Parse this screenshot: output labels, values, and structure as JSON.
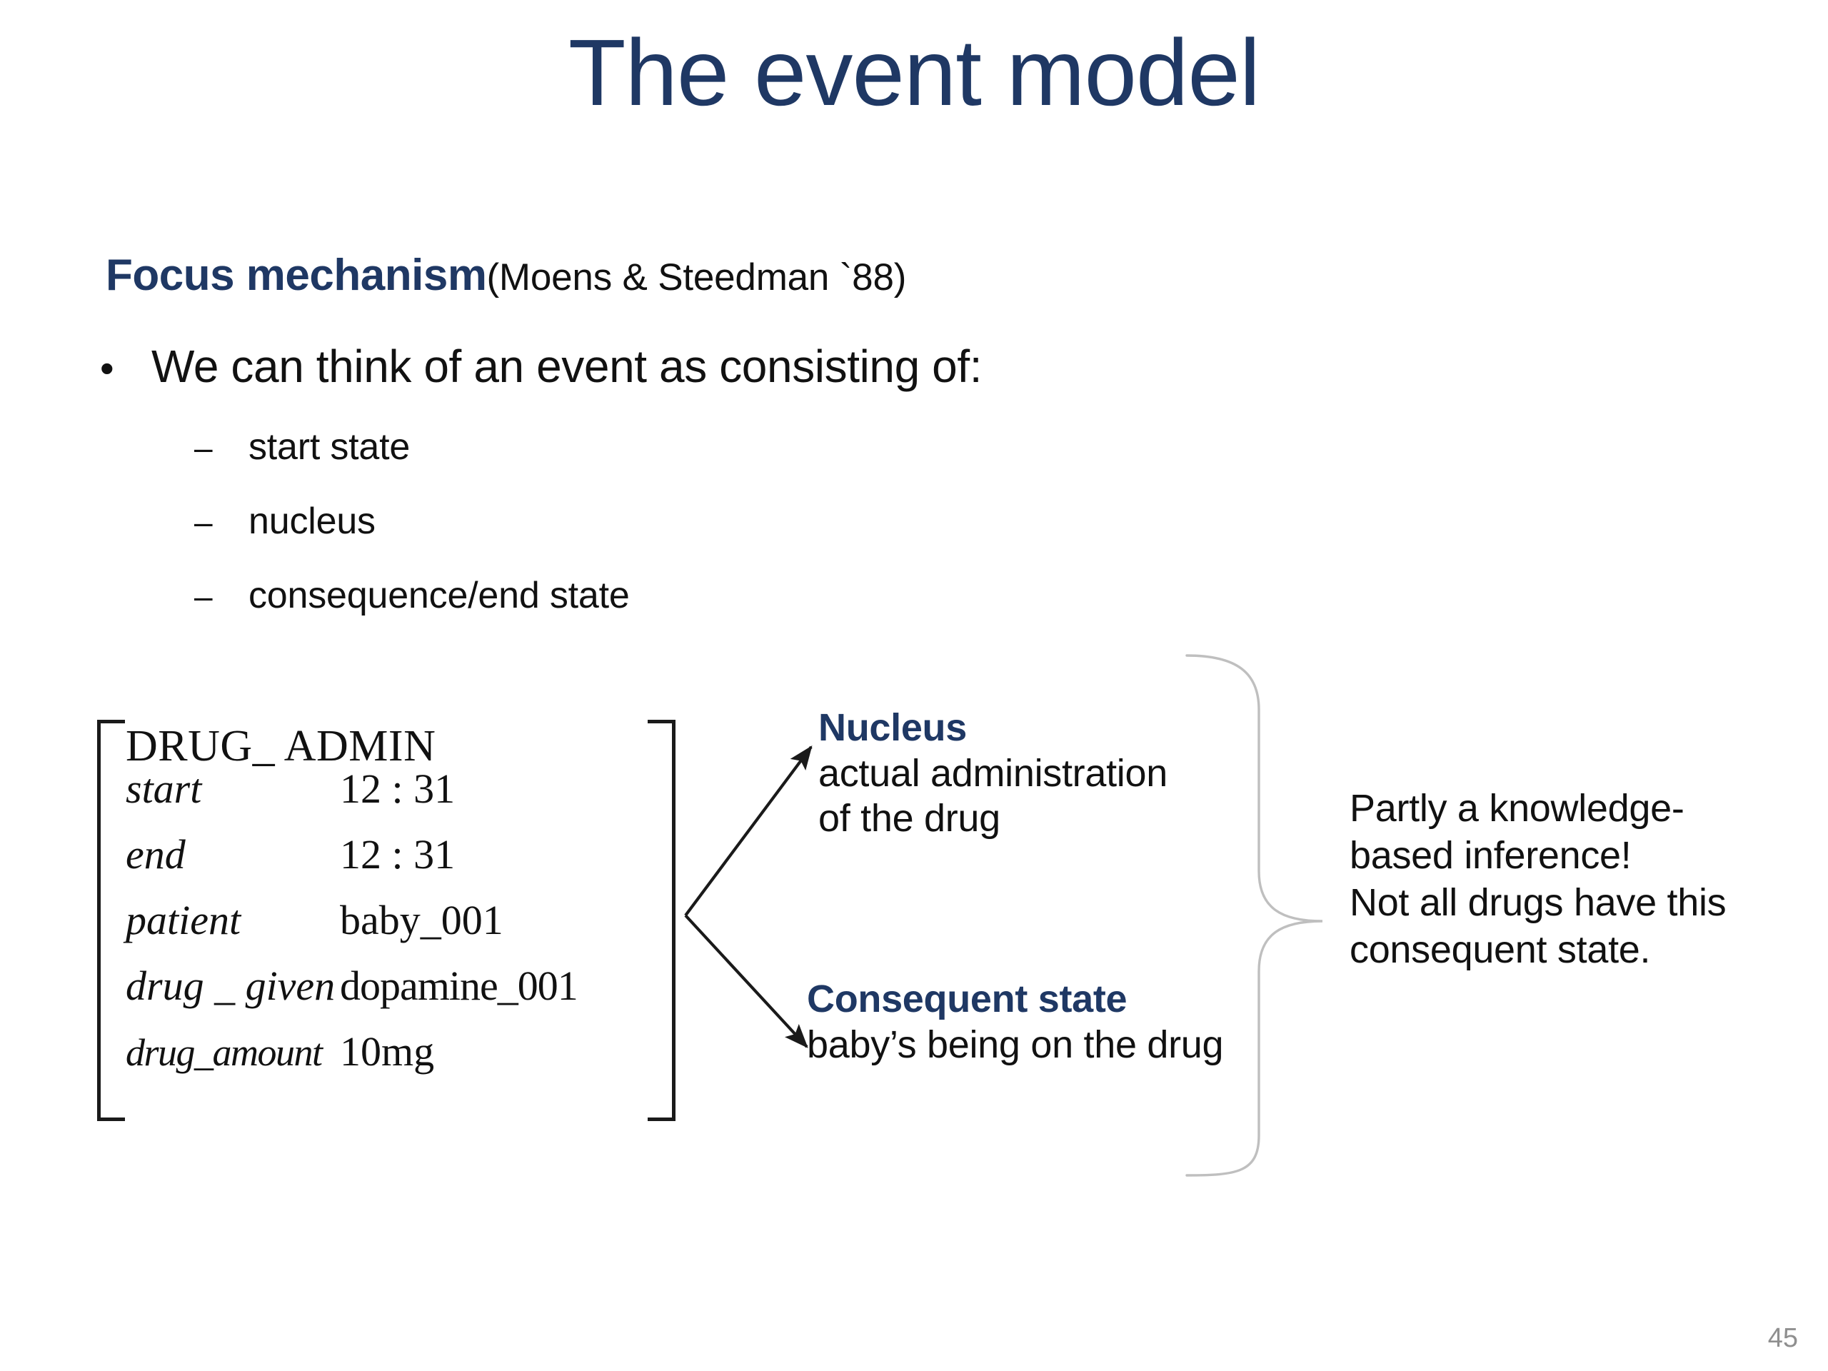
{
  "slide": {
    "title": "The event model",
    "page_number": "45",
    "accent_color": "#1F3864",
    "text_color": "#111111",
    "brace_color": "#BFBFBF"
  },
  "focus": {
    "heading": "Focus mechanism",
    "citation": "(Moens & Steedman `88)"
  },
  "bullet": {
    "marker": "•",
    "text": "We can think of an event as consisting of:",
    "sub_marker": "–",
    "sub_items": [
      {
        "label": "start state"
      },
      {
        "label": "nucleus"
      },
      {
        "label": "consequence/end state"
      }
    ]
  },
  "avm": {
    "type_label": "DRUG_ ADMIN",
    "rows": [
      {
        "key": "start",
        "value": "12 : 31"
      },
      {
        "key": "end",
        "value": "12 : 31"
      },
      {
        "key": "patient",
        "value": "baby_001"
      },
      {
        "key": "drug _ given",
        "value": "dopamine_001"
      },
      {
        "key": "drug_amount",
        "value": "10mg"
      }
    ]
  },
  "branches": {
    "nucleus": {
      "heading": "Nucleus",
      "line1": "actual administration",
      "line2": "of the drug"
    },
    "consequent": {
      "heading": "Consequent state",
      "line1": "baby’s being on the drug"
    }
  },
  "note": {
    "line1": "Partly a knowledge-",
    "line2": "based inference!",
    "line3": "Not all drugs have this",
    "line4": "consequent state."
  }
}
